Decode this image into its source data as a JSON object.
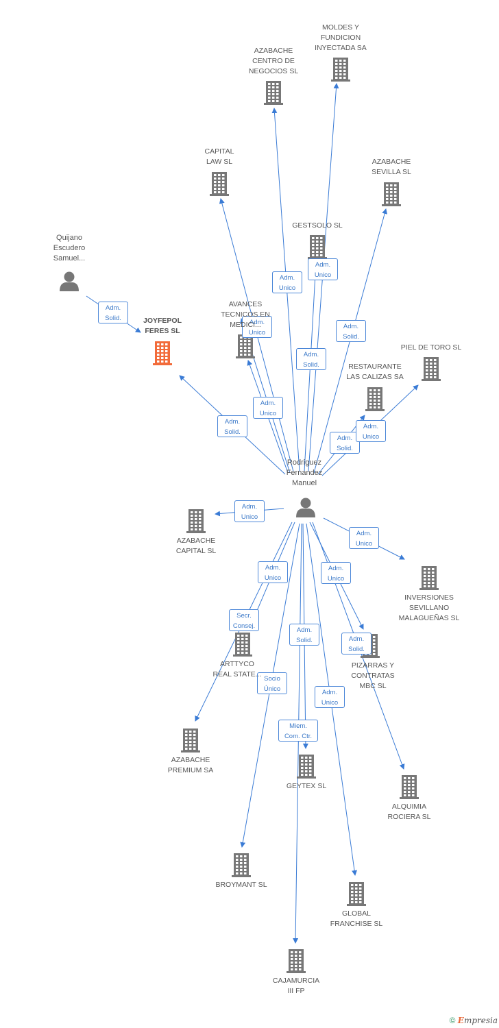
{
  "colors": {
    "edge": "#3a7bd5",
    "company": "#777777",
    "focus_company": "#f26b3a",
    "person": "#777777"
  },
  "nodes": [
    {
      "id": "moldes",
      "kind": "company",
      "label": "MOLDES Y\nFUNDICION\nINYECTADA SA"
    },
    {
      "id": "azabache_centro",
      "kind": "company",
      "label": "AZABACHE\nCENTRO DE\nNEGOCIOS SL"
    },
    {
      "id": "capital_law",
      "kind": "company",
      "label": "CAPITAL\nLAW SL"
    },
    {
      "id": "azabache_sevilla",
      "kind": "company",
      "label": "AZABACHE\nSEVILLA SL"
    },
    {
      "id": "gestsolo",
      "kind": "company",
      "label": "GESTSOLO SL"
    },
    {
      "id": "quijano",
      "kind": "person",
      "label": "Quijano\nEscudero\nSamuel..."
    },
    {
      "id": "joyfepol",
      "kind": "focus",
      "label": "JOYFEPOL\nFERES SL"
    },
    {
      "id": "avances",
      "kind": "company",
      "label": "AVANCES\nTECNICOS EN\nMEDICI..."
    },
    {
      "id": "piel_de_toro",
      "kind": "company",
      "label": "PIEL DE TORO SL"
    },
    {
      "id": "restaurante",
      "kind": "company",
      "label": "RESTAURANTE\nLAS CALIZAS SA"
    },
    {
      "id": "rodriguez",
      "kind": "person",
      "label": "Rodriguez\nFernandez\nManuel"
    },
    {
      "id": "azabache_capital",
      "kind": "company",
      "label": "AZABACHE\nCAPITAL SL"
    },
    {
      "id": "inversiones",
      "kind": "company",
      "label": "INVERSIONES\nSEVILLANO\nMALAGUEÑAS SL"
    },
    {
      "id": "arttyco",
      "kind": "company",
      "label": "ARTTYCO\nREAL STATE..."
    },
    {
      "id": "pizarras",
      "kind": "company",
      "label": "PIZARRAS Y\nCONTRATAS\nMBC SL"
    },
    {
      "id": "azabache_premium",
      "kind": "company",
      "label": "AZABACHE\nPREMIUM SA"
    },
    {
      "id": "geytex",
      "kind": "company",
      "label": "GEYTEX SL"
    },
    {
      "id": "alquimia",
      "kind": "company",
      "label": "ALQUIMIA\nROCIERA SL"
    },
    {
      "id": "broymant",
      "kind": "company",
      "label": "BROYMANT SL"
    },
    {
      "id": "global",
      "kind": "company",
      "label": "GLOBAL\nFRANCHISE SL"
    },
    {
      "id": "cajamurcia",
      "kind": "company",
      "label": "CAJAMURCIA\nIII FP"
    }
  ],
  "edges": [
    {
      "from": "quijano",
      "to": "joyfepol",
      "label": "Adm.\nSolid."
    },
    {
      "from": "rodriguez",
      "to": "joyfepol",
      "label": "Adm.\nSolid."
    },
    {
      "from": "rodriguez",
      "to": "avances",
      "label": "Adm.\nUnico"
    },
    {
      "from": "rodriguez",
      "to": "avances",
      "label": "Adm.\nUnico"
    },
    {
      "from": "rodriguez",
      "to": "capital_law",
      "label": "Adm.\nUnico"
    },
    {
      "from": "rodriguez",
      "to": "azabache_centro",
      "label": "Adm.\nUnico"
    },
    {
      "from": "rodriguez",
      "to": "gestsolo",
      "label": "Adm.\nSolid."
    },
    {
      "from": "rodriguez",
      "to": "moldes",
      "label": "Adm.\nUnico"
    },
    {
      "from": "rodriguez",
      "to": "azabache_sevilla",
      "label": "Adm.\nSolid."
    },
    {
      "from": "rodriguez",
      "to": "restaurante",
      "label": "Adm.\nSolid."
    },
    {
      "from": "rodriguez",
      "to": "piel_de_toro",
      "label": "Adm.\nUnico"
    },
    {
      "from": "rodriguez",
      "to": "azabache_capital",
      "label": "Adm.\nUnico"
    },
    {
      "from": "rodriguez",
      "to": "inversiones",
      "label": "Adm.\nUnico"
    },
    {
      "from": "rodriguez",
      "to": "arttyco",
      "label": "Adm.\nUnico"
    },
    {
      "from": "rodriguez",
      "to": "azabache_premium",
      "label": "Secr.\nConsej."
    },
    {
      "from": "rodriguez",
      "to": "pizarras",
      "label": "Adm.\nUnico"
    },
    {
      "from": "rodriguez",
      "to": "alquimia",
      "label": "Adm.\nSolid."
    },
    {
      "from": "rodriguez",
      "to": "geytex",
      "label": "Adm.\nSolid."
    },
    {
      "from": "rodriguez",
      "to": "broymant",
      "label": "Socio\nÚnico"
    },
    {
      "from": "rodriguez",
      "to": "global",
      "label": "Adm.\nUnico"
    },
    {
      "from": "rodriguez",
      "to": "cajamurcia",
      "label": "Miem.\nCom. Ctr."
    }
  ],
  "footer": {
    "copyright": "©",
    "brand_first": "E",
    "brand_rest": "mpresia"
  }
}
